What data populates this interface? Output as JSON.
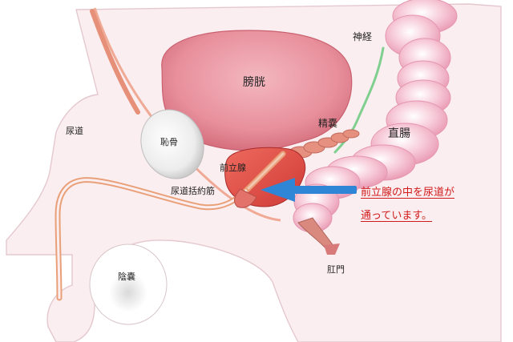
{
  "labels": {
    "bladder": "膀胱",
    "nerve": "神経",
    "seminal_vesicle": "精嚢",
    "rectum": "直腸",
    "urethra": "尿道",
    "pubic_bone": "恥骨",
    "prostate": "前立腺",
    "urethral_sphincter": "尿道括約筋",
    "scrotum": "陰嚢",
    "anus": "肛門"
  },
  "note": {
    "line1": "前立腺の中を尿道が",
    "line2": "通っています。"
  },
  "colors": {
    "body_fill": "#fbeef0",
    "body_outline": "#e4c8cf",
    "bladder": "#e8909c",
    "rectum": "#f4b8cc",
    "prostate": "#e04a45",
    "urethra": "#e9a079",
    "nerve": "#7fcf8f",
    "arrow": "#2f86d6",
    "note_text": "#d11a1a"
  }
}
